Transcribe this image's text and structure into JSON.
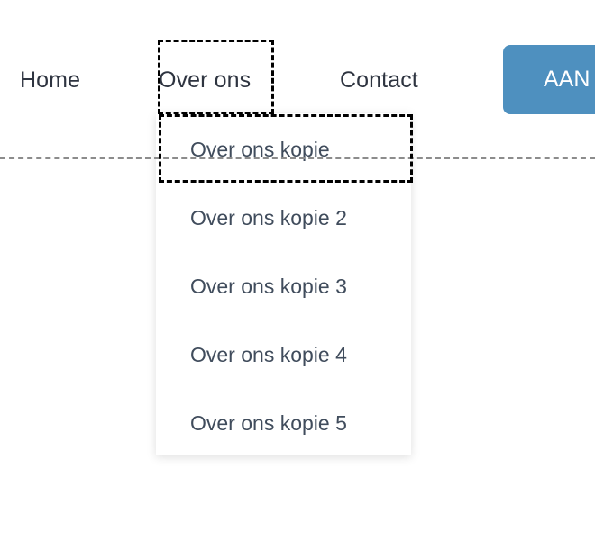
{
  "navbar": {
    "items": [
      {
        "label": "Home",
        "name": "nav-item-home"
      },
      {
        "label": "Over ons",
        "name": "nav-item-over-ons"
      },
      {
        "label": "Contact",
        "name": "nav-item-contact"
      }
    ],
    "cta": {
      "label": "AAN",
      "color": "#4e90bf",
      "text_color": "#ffffff"
    }
  },
  "dropdown": {
    "parent": "Over ons",
    "items": [
      {
        "label": "Over ons kopie"
      },
      {
        "label": "Over ons kopie 2"
      },
      {
        "label": "Over ons kopie 3"
      },
      {
        "label": "Over ons kopie 4"
      },
      {
        "label": "Over ons kopie 5"
      }
    ],
    "background": "#ffffff",
    "text_color": "#404c5c"
  },
  "selection": {
    "boxes": [
      {
        "target": "Over ons",
        "style": "dashed",
        "color": "#000000"
      },
      {
        "target": "Over ons kopie",
        "style": "dashed",
        "color": "#000000"
      }
    ],
    "guide_line": {
      "style": "dashed",
      "color": "#8c8c8c"
    }
  },
  "colors": {
    "nav_text": "#2e3440",
    "accent": "#4e90bf",
    "page_background": "#ffffff"
  }
}
